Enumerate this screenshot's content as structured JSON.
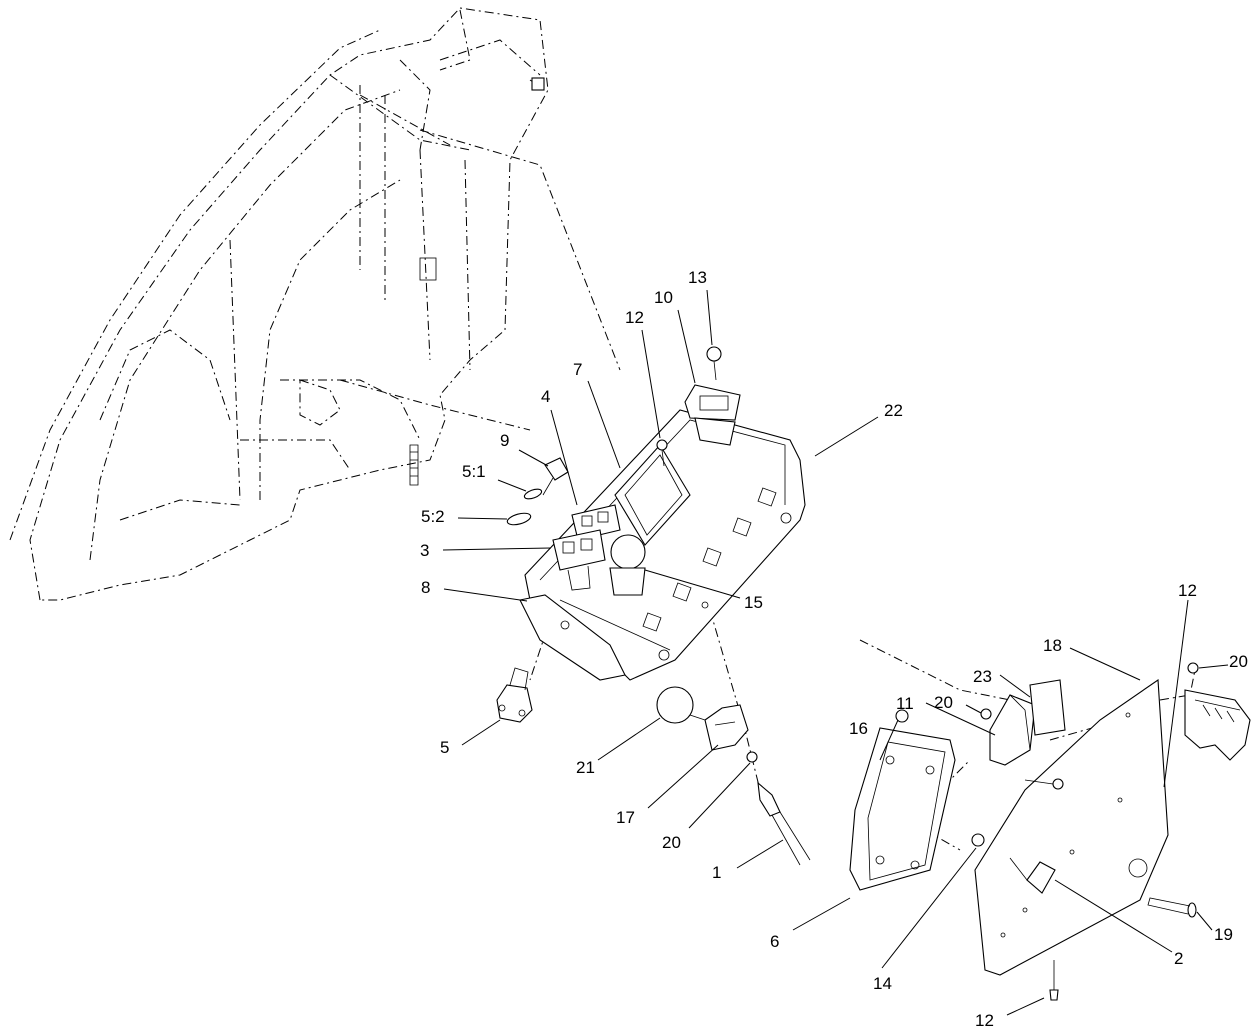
{
  "callouts": [
    {
      "id": "c13",
      "label": "13"
    },
    {
      "id": "c10",
      "label": "10"
    },
    {
      "id": "c12a",
      "label": "12"
    },
    {
      "id": "c7",
      "label": "7"
    },
    {
      "id": "c22",
      "label": "22"
    },
    {
      "id": "c4",
      "label": "4"
    },
    {
      "id": "c9",
      "label": "9"
    },
    {
      "id": "c51",
      "label": "5:1"
    },
    {
      "id": "c52",
      "label": "5:2"
    },
    {
      "id": "c3",
      "label": "3"
    },
    {
      "id": "c8",
      "label": "8"
    },
    {
      "id": "c15",
      "label": "15"
    },
    {
      "id": "c5",
      "label": "5"
    },
    {
      "id": "c21",
      "label": "21"
    },
    {
      "id": "c17",
      "label": "17"
    },
    {
      "id": "c20a",
      "label": "20"
    },
    {
      "id": "c1",
      "label": "1"
    },
    {
      "id": "c6",
      "label": "6"
    },
    {
      "id": "c14",
      "label": "14"
    },
    {
      "id": "c16",
      "label": "16"
    },
    {
      "id": "c11",
      "label": "11"
    },
    {
      "id": "c20b",
      "label": "20"
    },
    {
      "id": "c23",
      "label": "23"
    },
    {
      "id": "c18",
      "label": "18"
    },
    {
      "id": "c12b",
      "label": "12"
    },
    {
      "id": "c20c",
      "label": "20"
    },
    {
      "id": "c2",
      "label": "2"
    },
    {
      "id": "c19",
      "label": "19"
    },
    {
      "id": "c12c",
      "label": "12"
    }
  ]
}
